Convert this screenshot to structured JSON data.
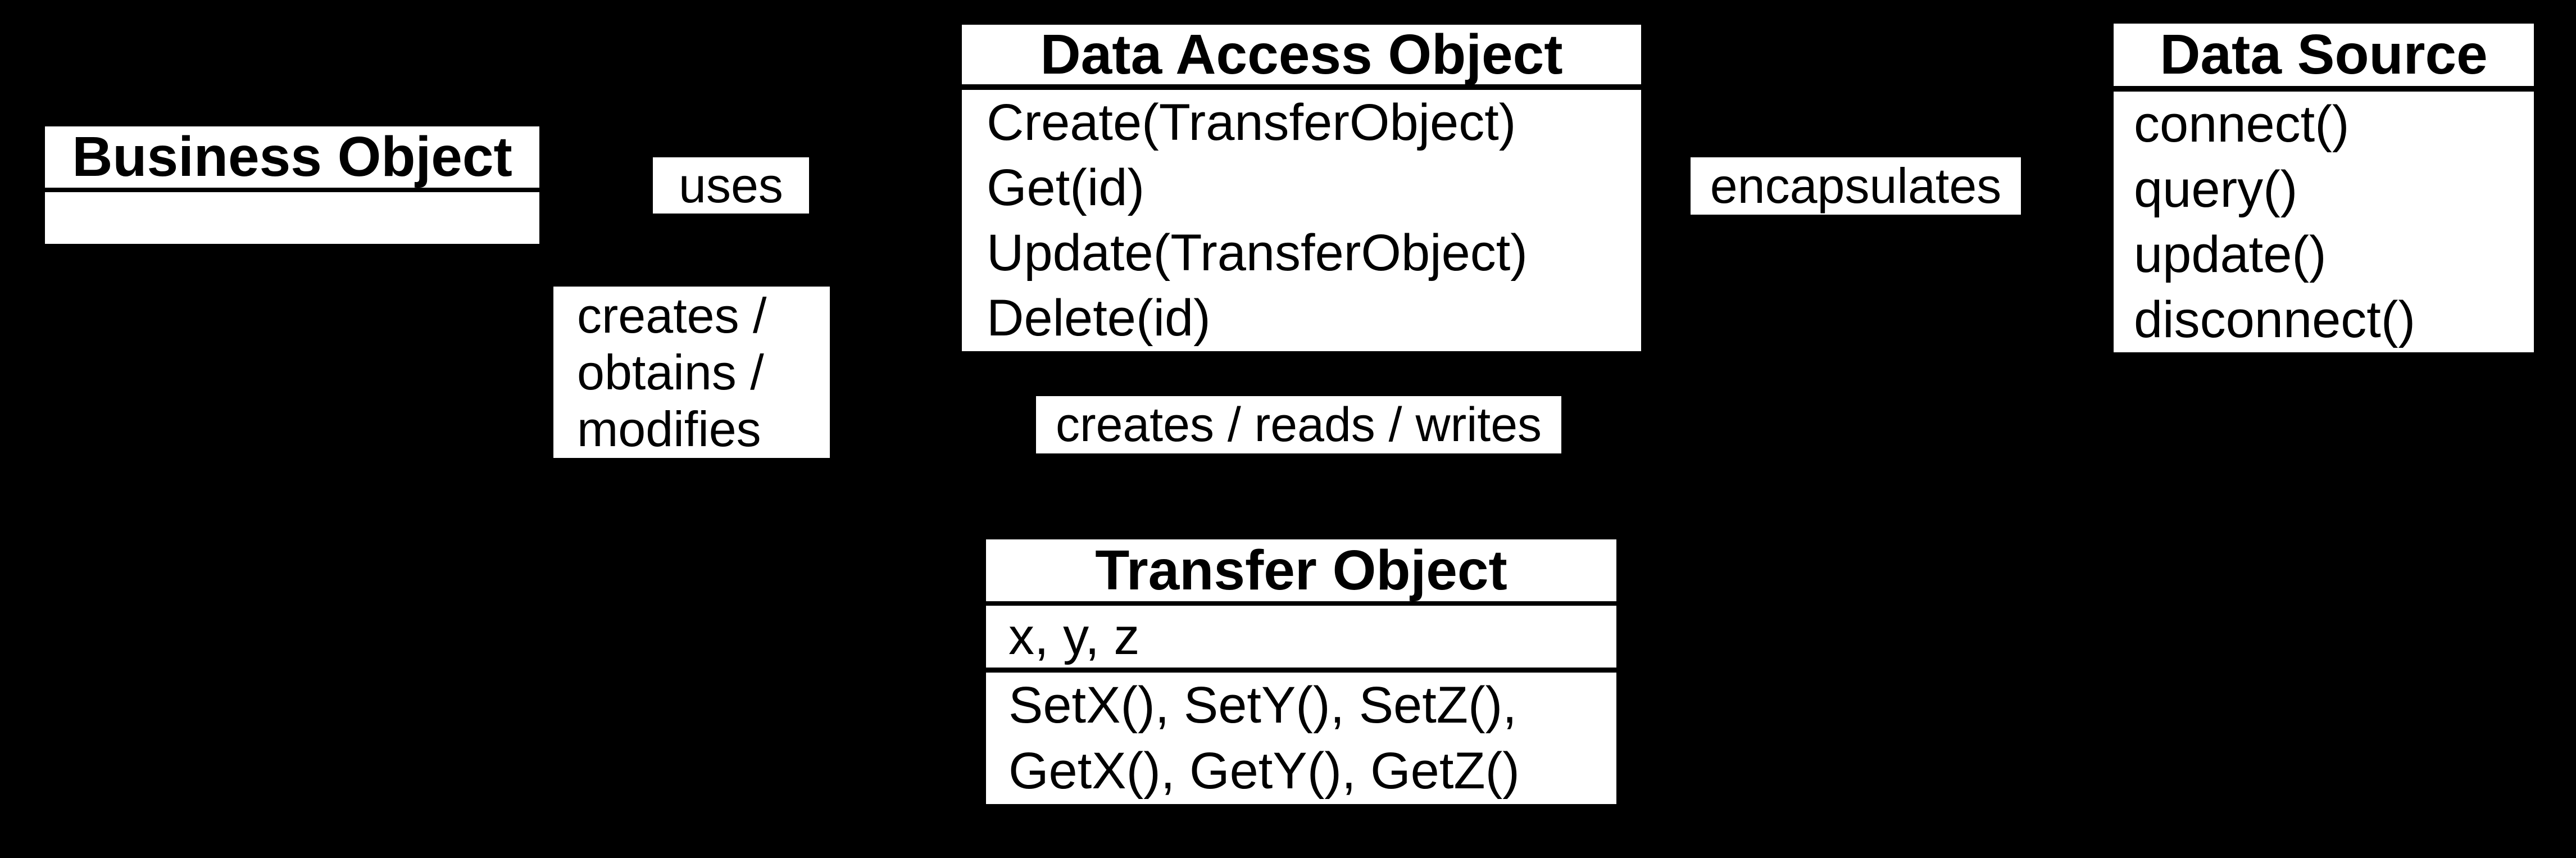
{
  "colors": {
    "background": "#000000",
    "box_fill": "#ffffff",
    "text": "#000000"
  },
  "boxes": {
    "business_object": {
      "title": "Business Object"
    },
    "data_access_object": {
      "title": "Data Access Object",
      "methods": [
        "Create(TransferObject)",
        "Get(id)",
        "Update(TransferObject)",
        "Delete(id)"
      ]
    },
    "data_source": {
      "title": "Data Source",
      "methods": [
        "connect()",
        "query()",
        "update()",
        "disconnect()"
      ]
    },
    "transfer_object": {
      "title": "Transfer Object",
      "fields": "x, y, z",
      "methods_lines": [
        "SetX(), SetY(), SetZ(),",
        "GetX(), GetY(), GetZ()"
      ]
    }
  },
  "labels": {
    "uses": "uses",
    "creates_obtains_modifies": [
      "creates /",
      "obtains /",
      "modifies"
    ],
    "creates_reads_writes": "creates / reads / writes",
    "encapsulates": "encapsulates"
  }
}
